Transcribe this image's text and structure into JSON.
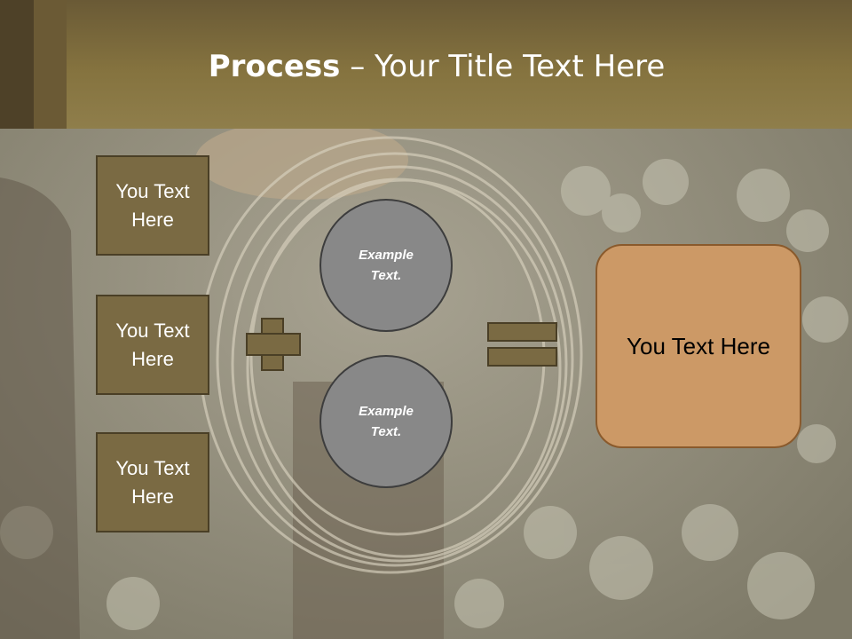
{
  "title": {
    "bold": "Process",
    "rest": " – Your Title Text Here"
  },
  "inputs": [
    {
      "label": "You Text Here"
    },
    {
      "label": "You Text Here"
    },
    {
      "label": "You Text Here"
    }
  ],
  "circles": [
    {
      "line1": "Example",
      "line2": "Text."
    },
    {
      "line1": "Example",
      "line2": "Text."
    }
  ],
  "result": {
    "label": "You Text Here"
  },
  "colors": {
    "header": "#85733f",
    "box_fill": "#7a6a43",
    "circle_fill": "#888888",
    "result_fill": "#cc9966"
  },
  "icons": [
    "plus-icon",
    "equals-icon"
  ]
}
